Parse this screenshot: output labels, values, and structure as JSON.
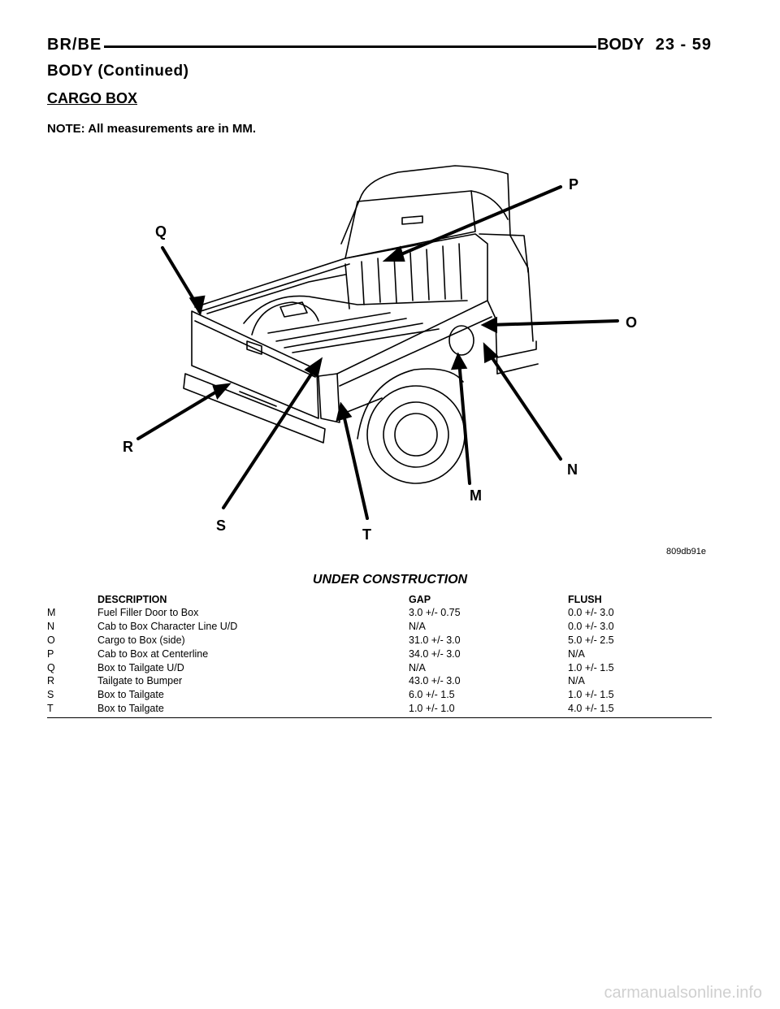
{
  "header": {
    "model": "BR/BE",
    "section": "BODY",
    "page": "23 - 59"
  },
  "continued_title": "BODY (Continued)",
  "section_title": "CARGO BOX",
  "note": "NOTE: All measurements are in MM.",
  "figure": {
    "callouts": [
      "P",
      "Q",
      "O",
      "R",
      "N",
      "M",
      "S",
      "T"
    ],
    "figure_id": "809db91e"
  },
  "table": {
    "title": "UNDER CONSTRUCTION",
    "headers": {
      "letter": "",
      "description": "DESCRIPTION",
      "gap": "GAP",
      "flush": "FLUSH"
    },
    "rows": [
      {
        "letter": "M",
        "description": "Fuel Filler Door to Box",
        "gap": "3.0 +/- 0.75",
        "flush": "0.0 +/- 3.0"
      },
      {
        "letter": "N",
        "description": "Cab to Box Character Line U/D",
        "gap": "N/A",
        "flush": "0.0 +/- 3.0"
      },
      {
        "letter": "O",
        "description": "Cargo to Box (side)",
        "gap": "31.0 +/- 3.0",
        "flush": "5.0 +/- 2.5"
      },
      {
        "letter": "P",
        "description": "Cab to Box at Centerline",
        "gap": "34.0 +/- 3.0",
        "flush": "N/A"
      },
      {
        "letter": "Q",
        "description": "Box to Tailgate U/D",
        "gap": "N/A",
        "flush": "1.0 +/- 1.5"
      },
      {
        "letter": "R",
        "description": "Tailgate to Bumper",
        "gap": "43.0 +/- 3.0",
        "flush": "N/A"
      },
      {
        "letter": "S",
        "description": "Box to Tailgate",
        "gap": "6.0 +/- 1.5",
        "flush": "1.0 +/- 1.5"
      },
      {
        "letter": "T",
        "description": "Box to Tailgate",
        "gap": "1.0 +/- 1.0",
        "flush": "4.0 +/- 1.5"
      }
    ]
  },
  "watermark": "carmanualsonline.info"
}
